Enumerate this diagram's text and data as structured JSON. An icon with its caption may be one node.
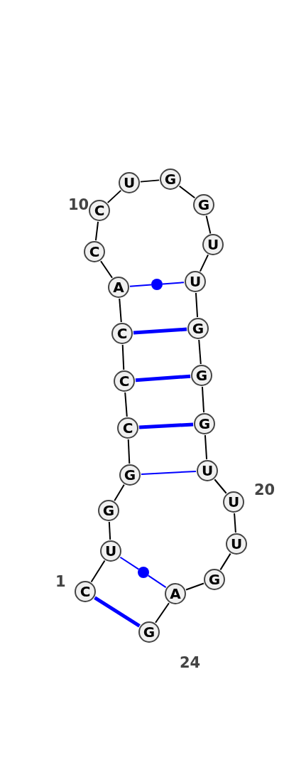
{
  "diagram": {
    "nodes": [
      {
        "text": [
          "C"
        ],
        "beside": [
          "1"
        ]
      },
      {
        "text": [
          "U"
        ]
      },
      {
        "text": [
          "G"
        ]
      },
      {
        "text": [
          "G"
        ]
      },
      {
        "text": [
          "C"
        ]
      },
      {
        "text": [
          "C"
        ]
      },
      {
        "text": [
          "C"
        ]
      },
      {
        "text": [
          "A"
        ]
      },
      {
        "text": [
          "C"
        ]
      },
      {
        "text": [
          "C"
        ],
        "beside": [
          "10"
        ]
      },
      {
        "text": [
          "U"
        ]
      },
      {
        "text": [
          "G"
        ]
      },
      {
        "text": [
          "G"
        ]
      },
      {
        "text": [
          "U"
        ]
      },
      {
        "text": [
          "U"
        ]
      },
      {
        "text": [
          "G"
        ]
      },
      {
        "text": [
          "G"
        ]
      },
      {
        "text": [
          "G"
        ]
      },
      {
        "text": [
          "U"
        ]
      },
      {
        "text": [
          "U"
        ],
        "beside": [
          "20"
        ]
      },
      {
        "text": [
          "U"
        ]
      },
      {
        "text": [
          "G"
        ]
      },
      {
        "text": [
          "A"
        ]
      },
      {
        "text": [
          "G"
        ],
        "beside": [
          "24"
        ]
      },
      {
        "text": [],
        "shape": "circle"
      },
      {
        "text": [],
        "shape": "circle"
      }
    ],
    "edges": [
      {
        "from": 0,
        "to": 1,
        "arrow": "none"
      },
      {
        "from": 1,
        "to": 2,
        "arrow": "none"
      },
      {
        "from": 2,
        "to": 3,
        "arrow": "none"
      },
      {
        "from": 3,
        "to": 4,
        "arrow": "none"
      },
      {
        "from": 4,
        "to": 5,
        "arrow": "none"
      },
      {
        "from": 5,
        "to": 6,
        "arrow": "none"
      },
      {
        "from": 6,
        "to": 7,
        "arrow": "none"
      },
      {
        "from": 7,
        "to": 8,
        "arrow": "none"
      },
      {
        "from": 8,
        "to": 9,
        "arrow": "none"
      },
      {
        "from": 9,
        "to": 10,
        "arrow": "none"
      },
      {
        "from": 10,
        "to": 11,
        "arrow": "none"
      },
      {
        "from": 11,
        "to": 12,
        "arrow": "none"
      },
      {
        "from": 12,
        "to": 13,
        "arrow": "none"
      },
      {
        "from": 13,
        "to": 14,
        "arrow": "none"
      },
      {
        "from": 14,
        "to": 15,
        "arrow": "none"
      },
      {
        "from": 15,
        "to": 16,
        "arrow": "none"
      },
      {
        "from": 16,
        "to": 17,
        "arrow": "none"
      },
      {
        "from": 17,
        "to": 18,
        "arrow": "none"
      },
      {
        "from": 18,
        "to": 19,
        "arrow": "none"
      },
      {
        "from": 19,
        "to": 20,
        "arrow": "none"
      },
      {
        "from": 20,
        "to": 21,
        "arrow": "none"
      },
      {
        "from": 21,
        "to": 22,
        "arrow": "none"
      },
      {
        "from": 22,
        "to": 23,
        "arrow": "none"
      },
      {
        "from": 7,
        "to": 24,
        "arrow": "none",
        "color": "#0000ff"
      },
      {
        "from": 24,
        "to": 14,
        "arrow": "none",
        "color": "#0000ff"
      },
      {
        "from": 6,
        "to": 15,
        "arrow": "none",
        "style": "thick",
        "color": "#0000ff"
      },
      {
        "from": 5,
        "to": 16,
        "arrow": "none",
        "style": "thick",
        "color": "#0000ff"
      },
      {
        "from": 4,
        "to": 17,
        "arrow": "none",
        "style": "thick",
        "color": "#0000ff"
      },
      {
        "from": 3,
        "to": 18,
        "arrow": "none",
        "color": "#0000ff"
      },
      {
        "from": 1,
        "to": 25,
        "arrow": "none",
        "color": "#0000ff"
      },
      {
        "from": 25,
        "to": 22,
        "arrow": "none",
        "color": "#0000ff"
      },
      {
        "from": 0,
        "to": 23,
        "arrow": "none",
        "style": "thick",
        "color": "#0000ff"
      }
    ]
  }
}
